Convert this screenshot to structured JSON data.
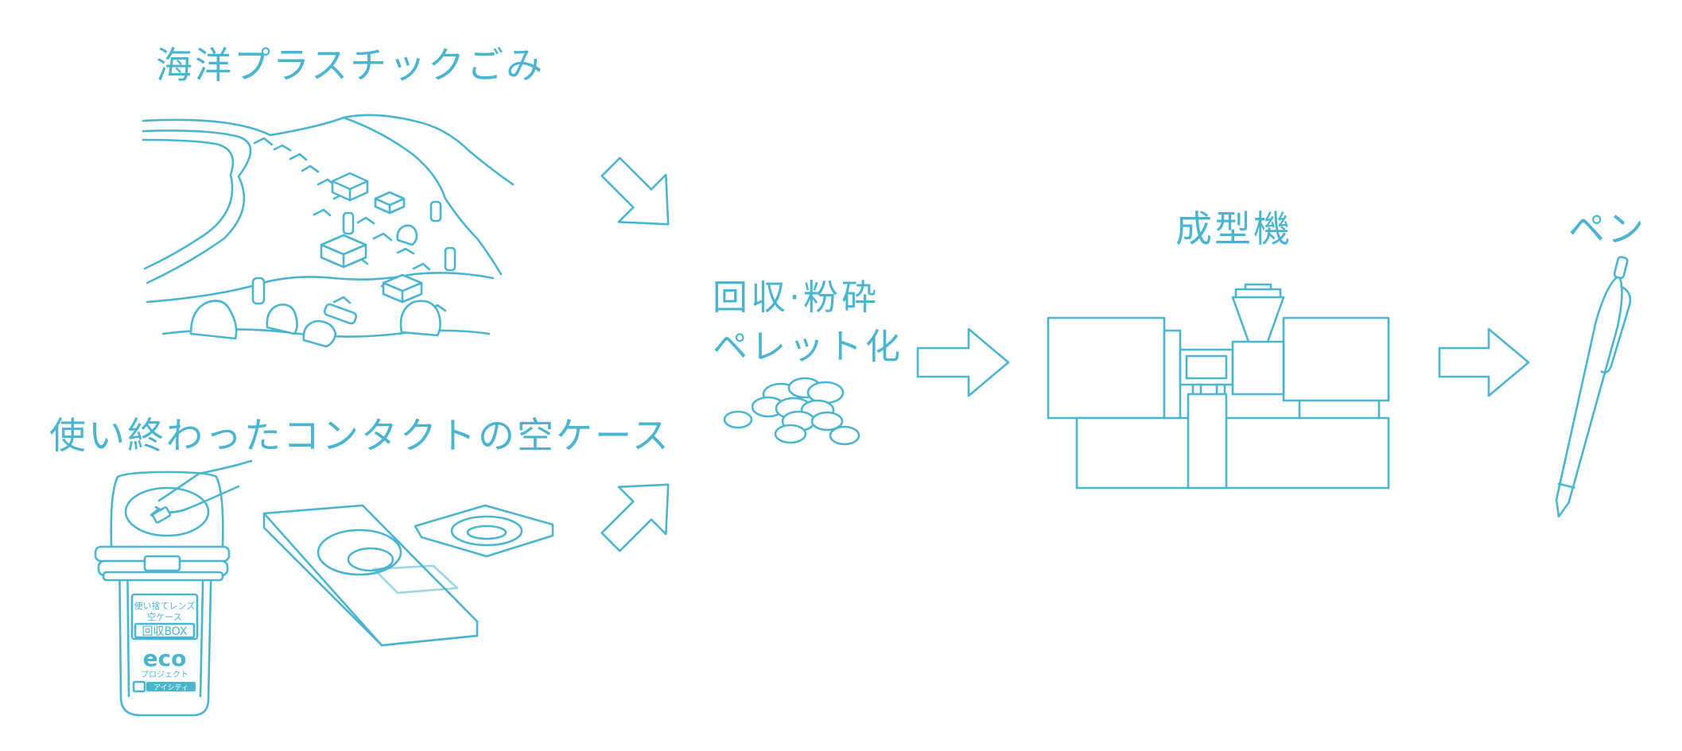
{
  "labels": {
    "ocean_plastic": "海洋プラスチックごみ",
    "contact_cases": "使い終わったコンタクトの空ケース",
    "recycle_line1": "回収·粉砕",
    "recycle_line2": "ペレット化",
    "molding_machine": "成型機",
    "pen": "ペン"
  },
  "bin": {
    "text_line1": "使い捨てレンズ",
    "text_line2": "空ケース",
    "box_label": "回収BOX",
    "logo": "eco",
    "logo_sub": "プロジェクト",
    "footer": "アイシティ"
  },
  "colors": {
    "line": "#4bb4cf",
    "background": "#ffffff"
  }
}
